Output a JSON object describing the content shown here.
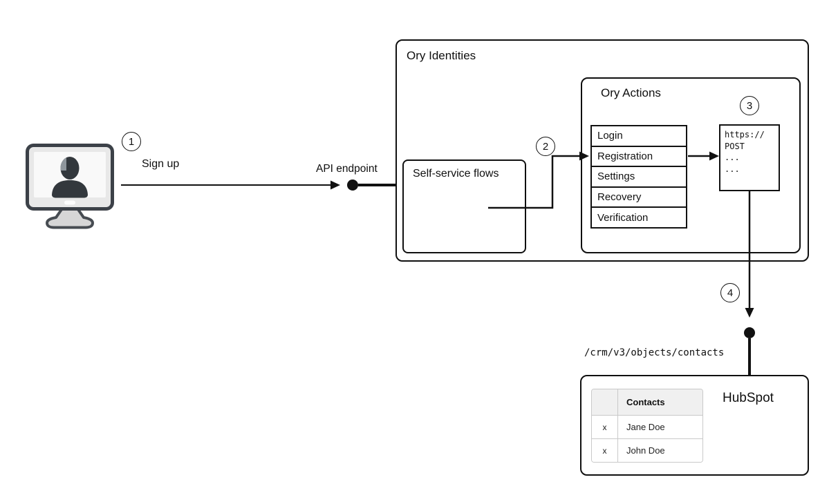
{
  "steps": {
    "one": "1",
    "two": "2",
    "three": "3",
    "four": "4"
  },
  "labels": {
    "sign_up": "Sign up",
    "api_endpoint": "API endpoint",
    "crm_path": "/crm/v3/objects/contacts"
  },
  "ory_identities": {
    "title": "Ory Identities"
  },
  "self_service": {
    "title": "Self-service flows"
  },
  "ory_actions": {
    "title": "Ory Actions",
    "flows": [
      "Login",
      "Registration",
      "Settings",
      "Recovery",
      "Verification"
    ]
  },
  "code_box": {
    "lines": [
      "https://",
      "POST",
      "...",
      "..."
    ]
  },
  "hubspot": {
    "title": "HubSpot",
    "table": {
      "header": "Contacts",
      "rows": [
        {
          "mark": "x",
          "name": "Jane Doe"
        },
        {
          "mark": "x",
          "name": "John Doe"
        }
      ]
    }
  },
  "colors": {
    "line": "#111111",
    "box_border": "#0f0f0f",
    "table_border": "#c9c9c9",
    "table_header_bg": "#f0f0f0",
    "monitor_body": "#e8e8e8",
    "monitor_stroke": "#3c4148",
    "silhouette": "#33383d"
  }
}
